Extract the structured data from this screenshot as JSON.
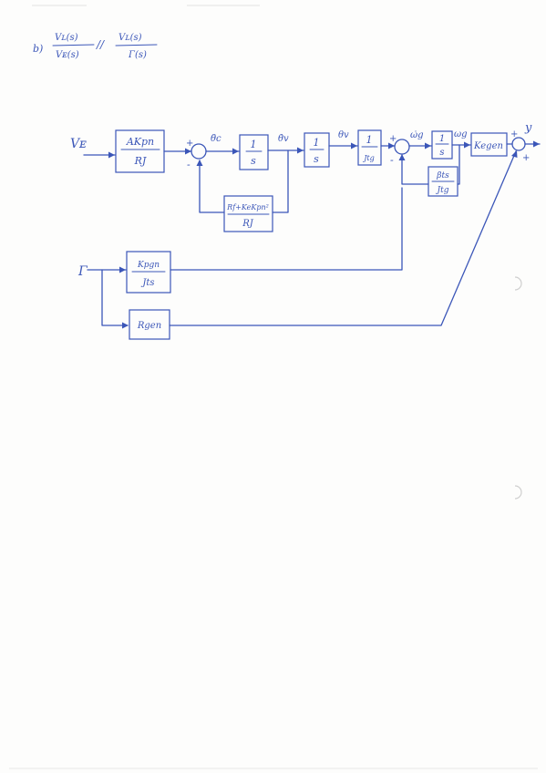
{
  "header": {
    "item_label": "b)",
    "ratio_one": {
      "num": "Vʟ(s)",
      "den": "Vᴇ(s)"
    },
    "separator": "//",
    "ratio_two": {
      "num": "Vʟ(s)",
      "den": "Γ(s)"
    }
  },
  "inputs": {
    "ve": "Vᴇ",
    "gamma": "Γ"
  },
  "output": "y",
  "blocks": {
    "akpn": {
      "num": "AKpn",
      "den": "RJ"
    },
    "int1": {
      "num": "1",
      "den": "s"
    },
    "int2": {
      "num": "1",
      "den": "s"
    },
    "inertia": {
      "num": "1",
      "den": "Jtg"
    },
    "int3": {
      "num": "1",
      "den": "s"
    },
    "kegen": "Kegen",
    "feedback": {
      "num": "Rf+KeKpn²",
      "den": "RJ"
    },
    "friction": {
      "num": "βts",
      "den": "Jtg"
    },
    "kpgen": {
      "num": "Kpgn",
      "den": "Jts"
    },
    "rgen": "Rgen"
  },
  "signals": {
    "theta_ddot": "θ̈c",
    "theta_dot": "θ̇v",
    "theta": "θv",
    "omega_dot": "ω̇g",
    "omega": "ωg"
  },
  "signs": {
    "s1_plus": "+",
    "s1_minus": "-",
    "s2_plus": "+",
    "s2_minus": "-",
    "s3_plus": "+",
    "s3_plus_low": "+"
  }
}
